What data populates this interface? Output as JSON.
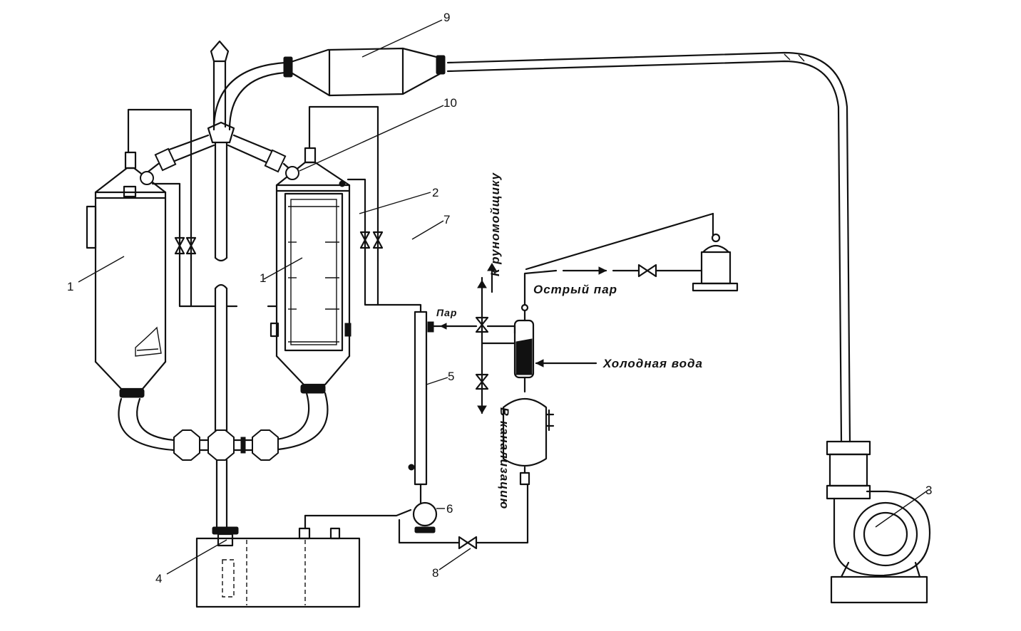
{
  "labels": {
    "n1a": "1",
    "n1b": "1",
    "n2": "2",
    "n3": "3",
    "n4": "4",
    "n5": "5",
    "n6": "6",
    "n7": "7",
    "n8": "8",
    "n9": "9",
    "n10": "10"
  },
  "annotations": {
    "steam_small": "Пар",
    "live_steam": "Острый пар",
    "cold_water": "Холодная вода",
    "to_grinder": "К руномойщику",
    "to_sewer": "В канализацию"
  }
}
